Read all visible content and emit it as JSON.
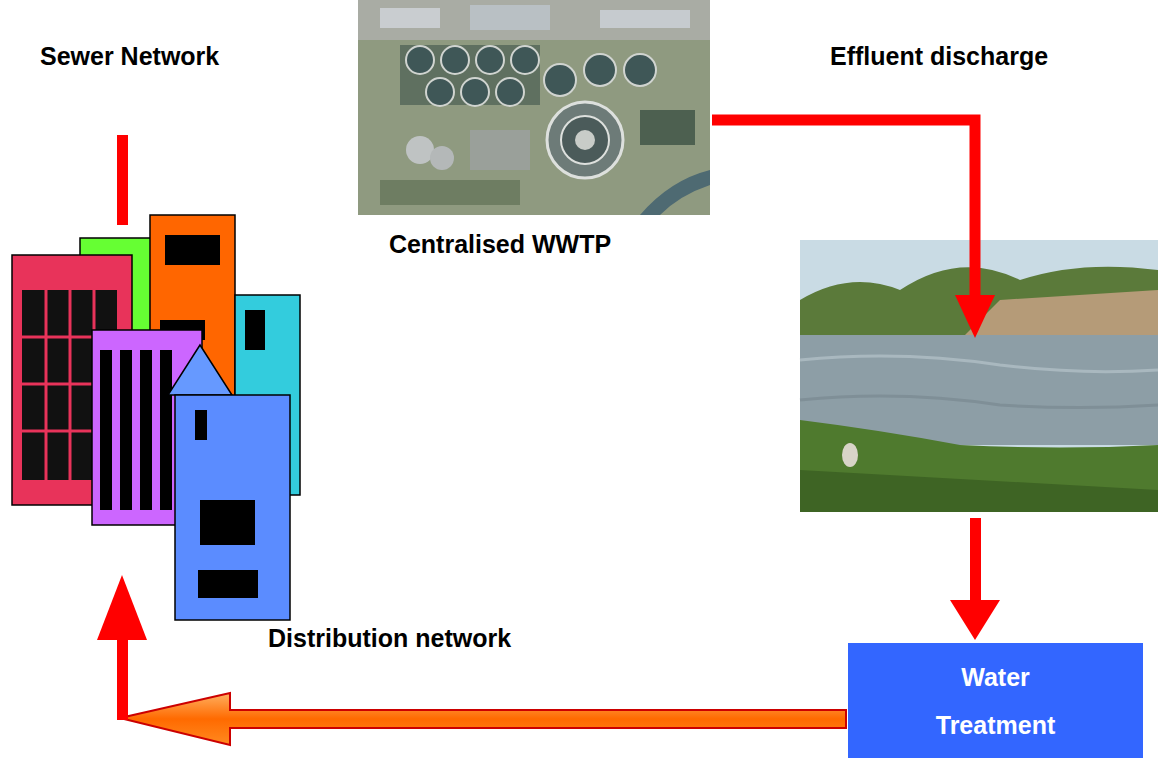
{
  "diagram": {
    "nodes": [
      {
        "text": [
          "Centralised WWTP"
        ]
      },
      {
        "text": [
          "Water Treatment"
        ]
      }
    ],
    "labels": [
      "Sewer Network",
      "Effluent discharge",
      "Distribution network"
    ]
  }
}
